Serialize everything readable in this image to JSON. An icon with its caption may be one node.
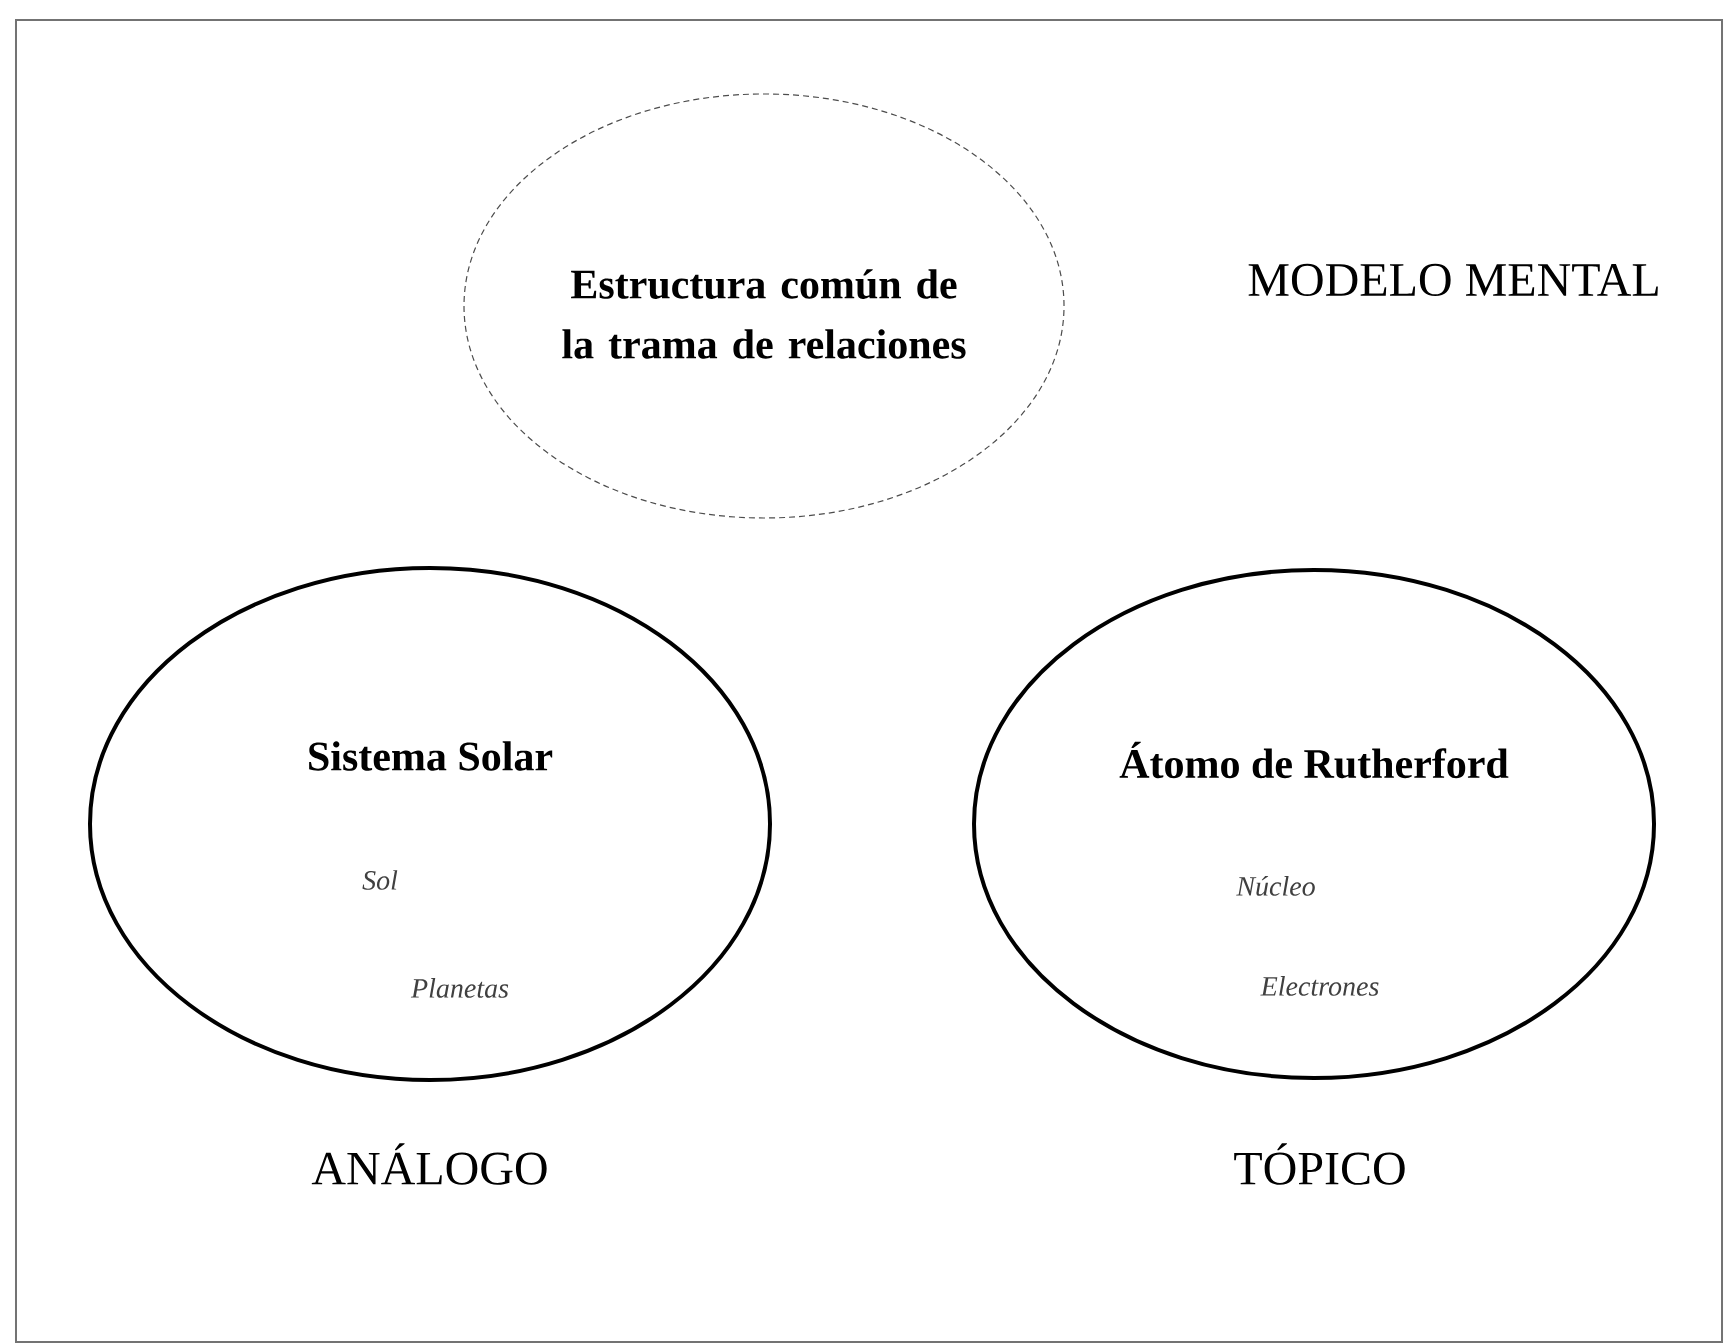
{
  "diagram": {
    "nodes": [
      {
        "text": [
          "Estructura común de la trama de relaciones"
        ]
      },
      {
        "text": [
          "Sistema Solar",
          "Sol",
          "Planetas"
        ],
        "beside": [
          "ANÁLOGO"
        ]
      },
      {
        "text": [
          "Átomo de Rutherford",
          "Núcleo",
          "Electrones"
        ],
        "beside": [
          "TÓPICO"
        ]
      }
    ],
    "labels": [
      "MODELO MENTAL"
    ]
  }
}
